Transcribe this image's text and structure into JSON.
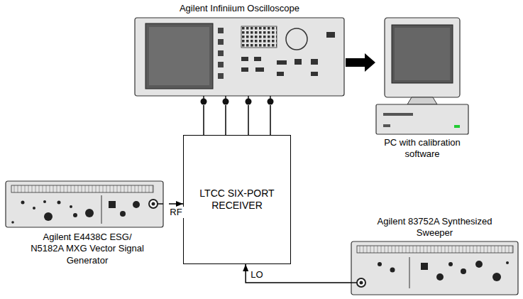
{
  "diagram": {
    "nodes": [
      {
        "text": [
          "Agilent Infiniium Oscilloscope"
        ]
      },
      {
        "text": [
          "PC with calibration software"
        ]
      },
      {
        "text": [
          "LTCC SIX-PORT RECEIVER"
        ]
      },
      {
        "text": [
          "Agilent E4438C ESG/ N5182A MXG Vector Signal Generator"
        ]
      },
      {
        "text": [
          "Agilent 83752A Synthesized Sweeper"
        ]
      }
    ],
    "edges": [
      {
        "from": 0,
        "to": 1,
        "arrow": "to"
      },
      {
        "from": 0,
        "to": 2,
        "arrow": "none"
      },
      {
        "from": 0,
        "to": 2,
        "arrow": "none"
      },
      {
        "from": 0,
        "to": 2,
        "arrow": "none"
      },
      {
        "from": 0,
        "to": 2,
        "arrow": "none"
      },
      {
        "from": 3,
        "to": 2,
        "label": "RF",
        "arrow": "to"
      },
      {
        "from": 4,
        "to": 2,
        "label": "LO",
        "arrow": "to"
      }
    ]
  }
}
